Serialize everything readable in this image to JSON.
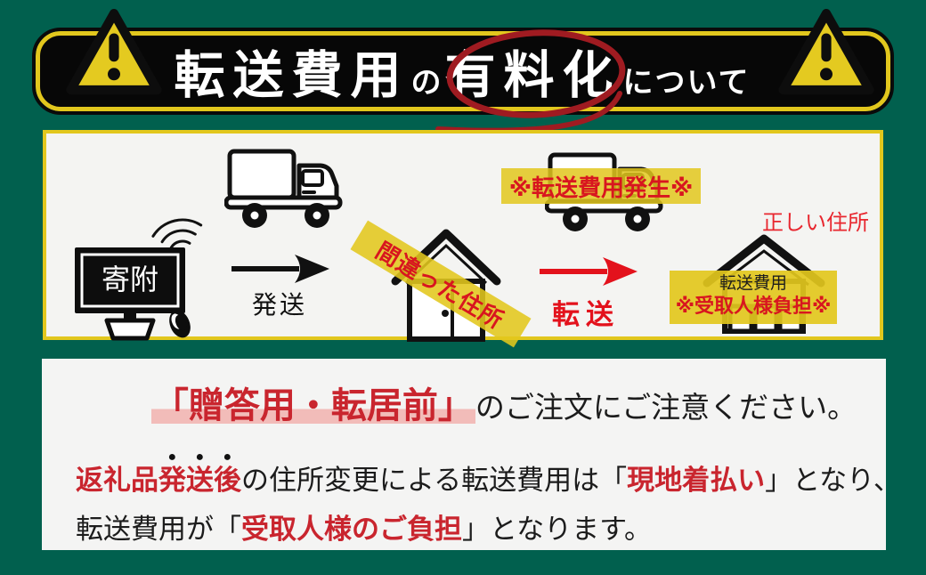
{
  "header": {
    "title_main1": "転送費用",
    "title_small1": "の",
    "title_main2": "有料化",
    "title_small2": "について"
  },
  "diagram": {
    "donation_label": "寄附",
    "shipping_label": "発送",
    "wrong_address_label": "間違った住所",
    "transfer_label": "転送",
    "transfer_fee_alert": "※転送費用発生※",
    "correct_address_label": "正しい住所",
    "fee_box_title": "転送費用",
    "fee_box_burden": "※受取人様負担※"
  },
  "notice": {
    "headline_em": "「贈答用・転居前」",
    "headline_rest": "のご注文にご注意ください。",
    "line1_red": "返礼品",
    "line1_red_dotted": "発送後",
    "line1_black": "の住所変更による転送費用は「",
    "line1_red2": "現地着払い",
    "line1_black2": "」となり、",
    "line2_black": "転送費用が「",
    "line2_red": "受取人様のご負担",
    "line2_black2": "」となります。"
  },
  "colors": {
    "background_green": "#01604e",
    "accent_yellow": "#e2c71d",
    "banner_black": "#070707",
    "alert_red": "#d8161f",
    "text_red": "#c9252e",
    "circle_red": "#9f1b21",
    "panel_white": "#f4f4f2"
  }
}
